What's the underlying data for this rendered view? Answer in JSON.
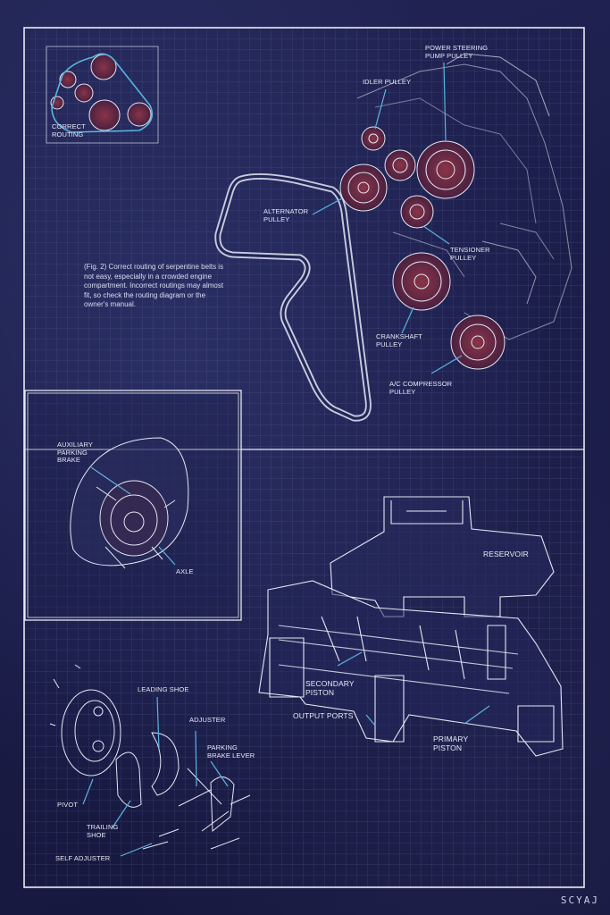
{
  "colors": {
    "paper": "#1b1d48",
    "line": "#e4e7f2",
    "accent_blue": "#5ab4e0",
    "pulley_fill": "#6e2b3e"
  },
  "inset": {
    "label": "CORRECT\nROUTING"
  },
  "belt_labels": {
    "power_steering": "POWER STEERING\nPUMP PULLEY",
    "idler": "IDLER PULLEY",
    "alternator": "ALTERNATOR\nPULLEY",
    "tensioner": "TENSIONER\nPULLEY",
    "crankshaft": "CRANKSHAFT\nPULLEY",
    "ac_compressor": "A/C COMPRESSOR\nPULLEY"
  },
  "caption": "(Fig. 2) Correct routing of serpentine belts is not easy, especially in a crowded engine compartment. Incorrect routings may almost fit, so check the routing diagram or the owner's manual.",
  "parking_labels": {
    "auxiliary": "AUXILIARY\nPARKING\nBRAKE",
    "axle": "AXLE"
  },
  "master_cylinder_labels": {
    "reservoir": "RESERVOIR",
    "secondary": "SECONDARY\nPISTON",
    "output": "OUTPUT PORTS",
    "primary": "PRIMARY\nPISTON"
  },
  "drum_labels": {
    "leading_shoe": "LEADING SHOE",
    "adjuster": "ADJUSTER",
    "parking_lever": "PARKING\nBRAKE LEVER",
    "pivot": "PIVOT",
    "trailing_shoe": "TRAILING\nSHOE",
    "self_adjuster": "SELF ADJUSTER"
  },
  "signature": "SCYAJ"
}
